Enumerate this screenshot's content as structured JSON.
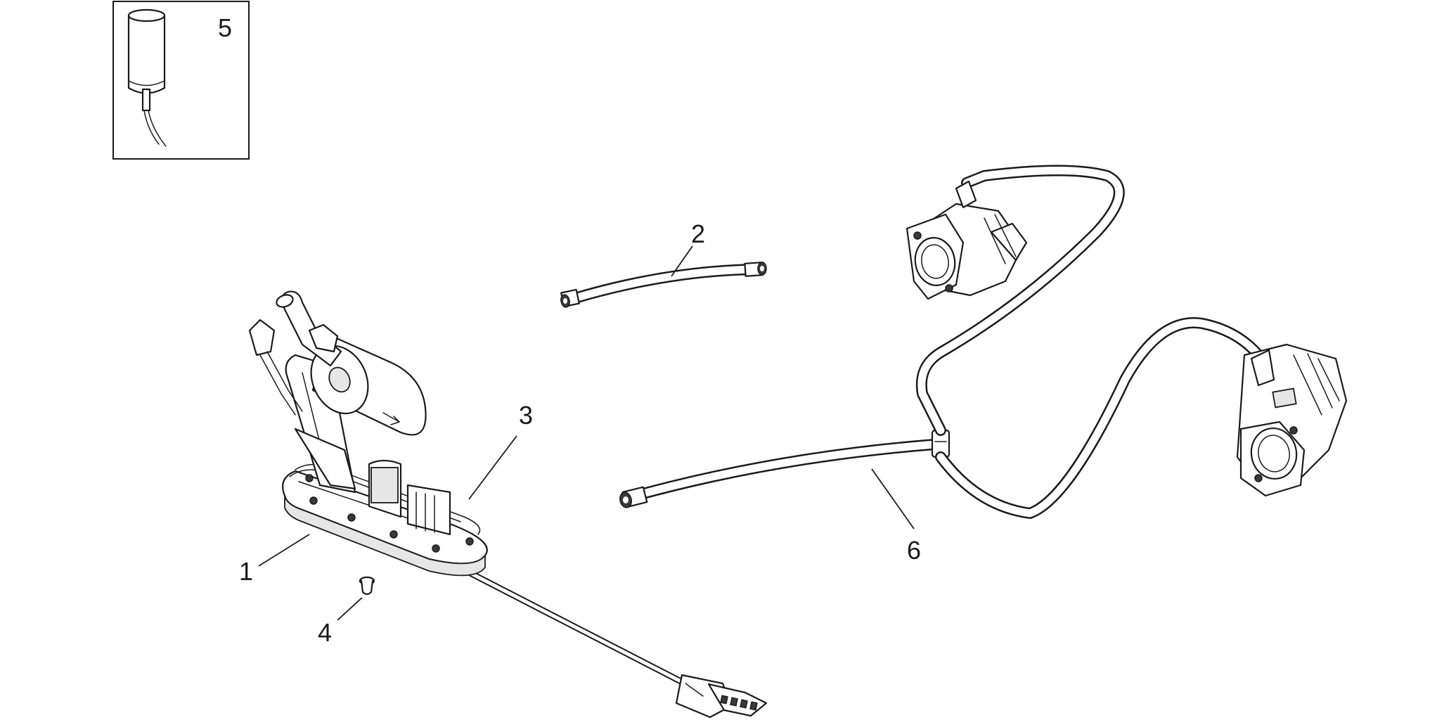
{
  "callouts": {
    "c1": "1",
    "c2": "2",
    "c3": "3",
    "c4": "4",
    "c5": "5",
    "c6": "6"
  },
  "colors": {
    "line": "#1a1a1a",
    "background": "#ffffff",
    "shade": "#e6e6e6"
  }
}
